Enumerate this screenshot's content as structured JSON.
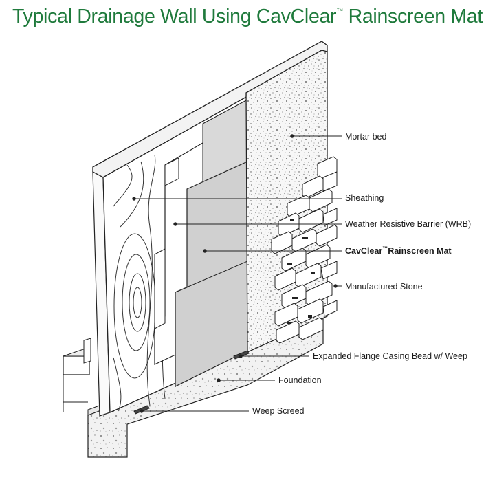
{
  "title": {
    "main": "Typical Drainage Wall Using CavClear",
    "tm": "™",
    "rest": " Rainscreen Mat",
    "color": "#1f7a3c"
  },
  "labels": {
    "mortar_bed": "Mortar bed",
    "sheathing": "Sheathing",
    "wrb": "Weather Resistive Barrier (WRB)",
    "cavclear_name": "CavClear",
    "cavclear_tm": "™",
    "cavclear_rest": "Rainscreen Mat",
    "manufactured_stone": "Manufactured Stone",
    "casing_bead": "Expanded Flange Casing Bead w/ Weep",
    "foundation": "Foundation",
    "weep_screed": "Weep Screed"
  }
}
